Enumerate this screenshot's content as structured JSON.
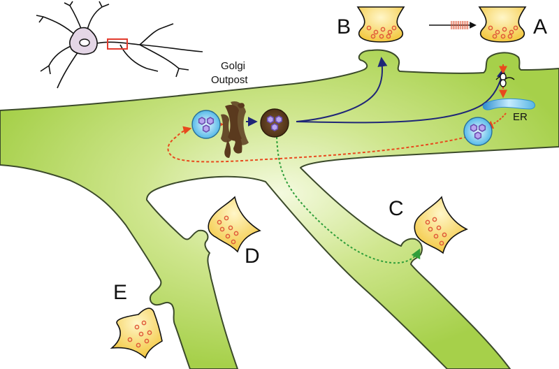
{
  "labels": {
    "a": "A",
    "b": "B",
    "c": "C",
    "d": "D",
    "e": "E",
    "golgi_line1": "Golgi",
    "golgi_line2": "Outpost",
    "er": "ER"
  },
  "colors": {
    "dendrite_fill": "#a6d04a",
    "dendrite_highlight": "#f2f9d9",
    "dendrite_outline": "#3b4a2a",
    "terminal_fill": "#f3c842",
    "terminal_highlight": "#fff6c8",
    "synaptic_vesicle": "#e05a3a",
    "vesicle_fill": "#48b4e6",
    "vesicle_highlight": "#d9f2ff",
    "cargo": "#6a4fb0",
    "golgi": "#5a3a1e",
    "er": "#57b5e3",
    "arrow_secretory": "#1f2677",
    "arrow_recycling": "#e8491d",
    "arrow_branch": "#2f9e3a",
    "neuron_soma": "#e4d6e6",
    "highlight_box": "#e23b2e"
  },
  "icons": {
    "neuron": "neuron-icon",
    "golgi": "golgi-outpost-icon",
    "er": "er-tubule-icon",
    "channel": "channel-icon"
  }
}
